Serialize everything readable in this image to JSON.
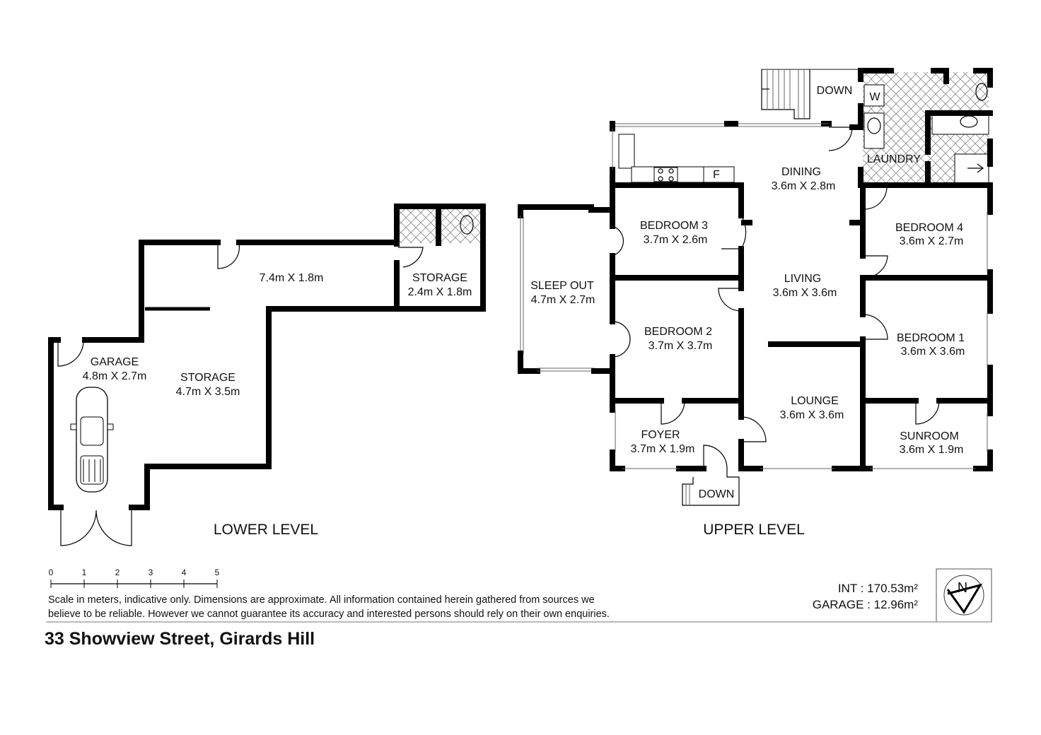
{
  "lower_level": {
    "title": "LOWER LEVEL",
    "rooms": [
      {
        "name": "GARAGE",
        "dims": "4.8m X 2.7m"
      },
      {
        "name": "STORAGE",
        "dims": "4.7m X 3.5m"
      },
      {
        "name": "",
        "dims": "7.4m X 1.8m"
      },
      {
        "name": "STORAGE",
        "dims": "2.4m X 1.8m"
      }
    ]
  },
  "upper_level": {
    "title": "UPPER LEVEL",
    "stairs_label_top": "DOWN",
    "stairs_label_bottom": "DOWN",
    "fridge": "F",
    "washer": "W",
    "laundry": "LAUNDRY",
    "rooms": [
      {
        "name": "DINING",
        "dims": "3.6m X 2.8m"
      },
      {
        "name": "BEDROOM 3",
        "dims": "3.7m X 2.6m"
      },
      {
        "name": "BEDROOM 4",
        "dims": "3.6m X 2.7m"
      },
      {
        "name": "SLEEP OUT",
        "dims": "4.7m X 2.7m"
      },
      {
        "name": "LIVING",
        "dims": "3.6m X 3.6m"
      },
      {
        "name": "BEDROOM 2",
        "dims": "3.7m X 3.7m"
      },
      {
        "name": "BEDROOM 1",
        "dims": "3.6m X 3.6m"
      },
      {
        "name": "LOUNGE",
        "dims": "3.6m X 3.6m"
      },
      {
        "name": "FOYER",
        "dims": "3.7m X 1.9m"
      },
      {
        "name": "SUNROOM",
        "dims": "3.6m X 1.9m"
      }
    ]
  },
  "scale": {
    "ticks": [
      "0",
      "1",
      "2",
      "3",
      "4",
      "5"
    ]
  },
  "disclaimer": [
    "Scale in meters, indicative only. Dimensions are approximate. All information contained herein gathered from sources we",
    "believe to be reliable. However we cannot guarantee its accuracy and interested persons should rely on their own enquiries."
  ],
  "areas": {
    "int": "INT : 170.53m²",
    "garage": "GARAGE : 12.96m²"
  },
  "compass": "N",
  "address": "33 Showview Street, Girards Hill"
}
